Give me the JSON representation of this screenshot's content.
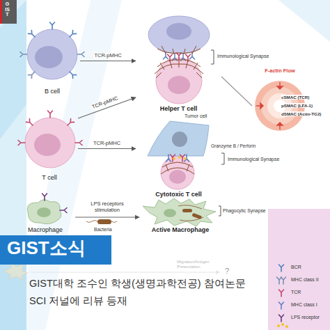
{
  "diagram": {
    "nodes": [
      {
        "text": [
          "B cell"
        ]
      },
      {
        "text": [
          "Helper T cell"
        ]
      },
      {
        "text": [
          "F-actin Flow",
          "cSMAC (TCR)",
          "pSMAC (LFA-1)",
          "dSMAC (Actin-TG2)"
        ]
      },
      {
        "text": [
          "T cell"
        ]
      },
      {
        "text": [
          "Tumor cell",
          "Cytotoxic T cell"
        ]
      },
      {
        "text": [
          "Macrophage"
        ]
      },
      {
        "text": [
          "Active Macrophage"
        ]
      }
    ],
    "edges": [
      {
        "from": 0,
        "to": 1,
        "label": "TCR-pMHC",
        "arrow": "to"
      },
      {
        "from": 3,
        "to": 1,
        "label": "TCR-pMHC",
        "arrow": "to"
      },
      {
        "from": 1,
        "to": 2,
        "arrow": "none"
      },
      {
        "from": 3,
        "to": 4,
        "label": "TCR-pMHC",
        "arrow": "to"
      },
      {
        "from": 5,
        "to": 6,
        "label": "LPS receptors stimulation",
        "arrow": "to"
      }
    ],
    "labels": [
      "GIST",
      "Immunological Synapse",
      "Granzyme B / Perforin",
      "Immunological Synapse",
      "Bacteria",
      "Phagocytic Synapse",
      "Migration/Antigen Presentation",
      "?",
      "GIST소식",
      "GIST대학 조수인 학생(생명과학전공) 참여논문",
      "SCI 저널에 리뷰 등재"
    ],
    "legend": [
      {
        "text": "BCR"
      },
      {
        "text": "MHC class II"
      },
      {
        "text": "TCR"
      },
      {
        "text": "MHC class I"
      },
      {
        "text": "LPS receptor"
      }
    ]
  }
}
